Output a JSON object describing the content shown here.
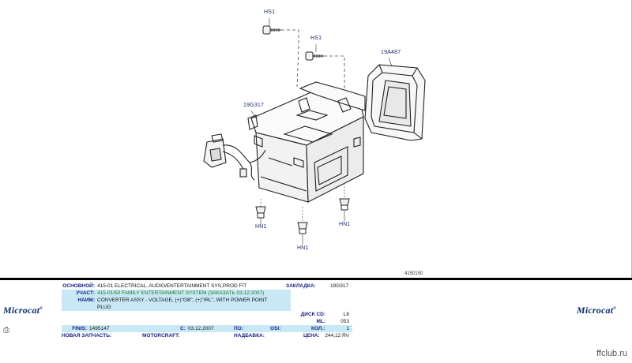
{
  "diagram": {
    "figure_id": "4150150",
    "callouts": {
      "hs1_top": "HS1",
      "hs1_mid": "HS1",
      "part_19a487": "19A487",
      "part_19g317": "19G317",
      "hn1_left": "HN1",
      "hn1_center": "HN1",
      "hn1_right": "HN1"
    }
  },
  "info": {
    "osnovnoy_label": "ОСНОВНОЙ:",
    "osnovnoy_value": "415-01  ELECTRICAL, AUDIO/ENTERTAINMENT SYS,PROD FIT",
    "uchast_label": "УЧАСТ:",
    "uchast_value": "415-01/50  FAMILY ENTERTAINMENT SYSTEM (ЗАКАЗАТЬ 03.12.2007)",
    "naim_label": "НАИМ:",
    "naim_value_line1": "CONVERTER ASSY - VOLTAGE, (+)\"GB\", (+)\"IRL\", WITH POWER POINT",
    "naim_value_line2": "PLUG",
    "finis_label": "FINIS:",
    "finis_value": "1495147",
    "c_label": "С:",
    "c_value": "03.12.2007",
    "po_label": "ПО:",
    "po_value": "",
    "osi_label": "ОSI:",
    "osi_value": "",
    "nova_label": "НОВАЯ ЗАПЧАСТЬ:",
    "nova_value": "",
    "motorcraft_label": "MOTORCRAFT:",
    "motorcraft_value": "",
    "nadbavka_label": "НАДБАВКА:",
    "nadbavka_value": "",
    "zakladka_label": "ЗАКЛАДКА:",
    "zakladka_value": "19G317",
    "disk_label": "ДИСК CD:",
    "disk_value": "L8",
    "ml_label": "ML:",
    "ml_value": "053",
    "kol_label": "КОЛ.:",
    "kol_value": "1",
    "cena_label": "ЦЕНА:",
    "cena_value": "244,12 RV"
  },
  "branding": {
    "logo_left": "Microcat",
    "logo_right": "Microcat",
    "watermark": "ffclub.ru"
  },
  "icons": {
    "print": "print-icon"
  },
  "colors": {
    "label_blue": "#1a237e",
    "highlight_blue": "#c8e8f6",
    "green_text": "#1b7a1b",
    "logo_navy": "#0d2a6e"
  }
}
